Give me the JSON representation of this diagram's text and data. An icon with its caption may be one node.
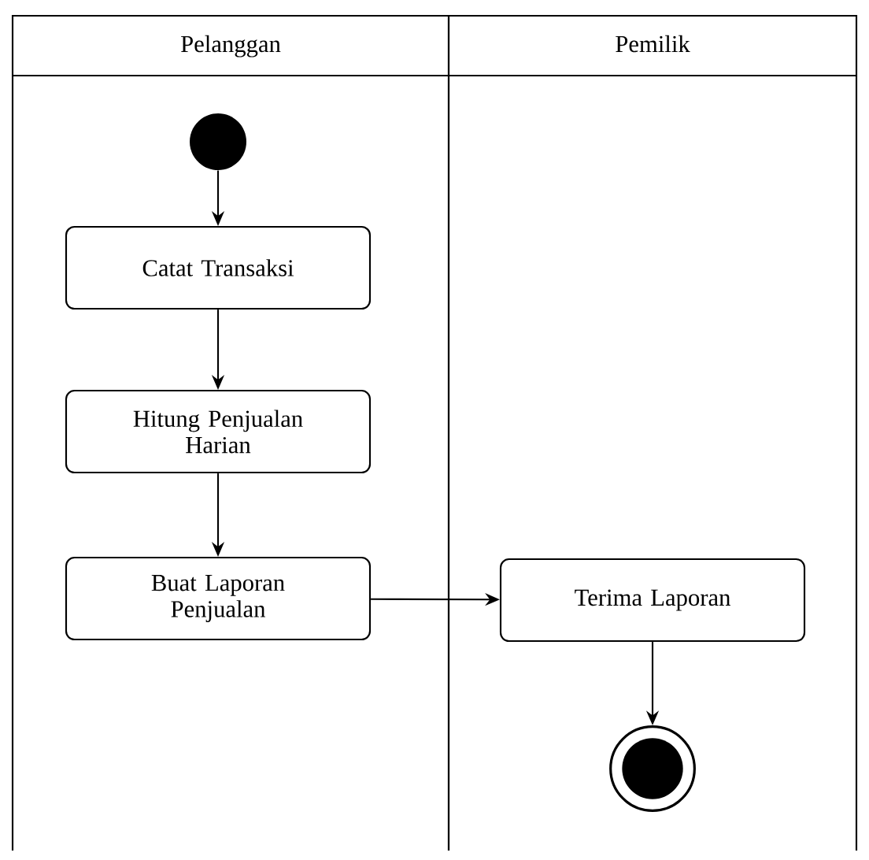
{
  "diagram": {
    "nodes": [
      {
        "text": [
          "Pelanggan"
        ]
      },
      {
        "text": [
          "Pemilik"
        ]
      },
      {
        "text": [],
        "shape": "circle",
        "in": 0
      },
      {
        "text": [
          "Catat Transaksi"
        ],
        "in": 0
      },
      {
        "text": [
          "Hitung Penjualan Harian"
        ],
        "in": 0
      },
      {
        "text": [
          "Buat Laporan Penjualan"
        ],
        "in": 0
      },
      {
        "text": [
          "Terima Laporan"
        ],
        "in": 1
      },
      {
        "text": [],
        "shape": "bullseye",
        "in": 1
      }
    ],
    "edges": [
      {
        "from": 2,
        "to": 3,
        "arrow": "to"
      },
      {
        "from": 3,
        "to": 4,
        "arrow": "to"
      },
      {
        "from": 4,
        "to": 5,
        "arrow": "to"
      },
      {
        "from": 5,
        "to": 6,
        "arrow": "to"
      },
      {
        "from": 6,
        "to": 7,
        "arrow": "to"
      }
    ]
  }
}
